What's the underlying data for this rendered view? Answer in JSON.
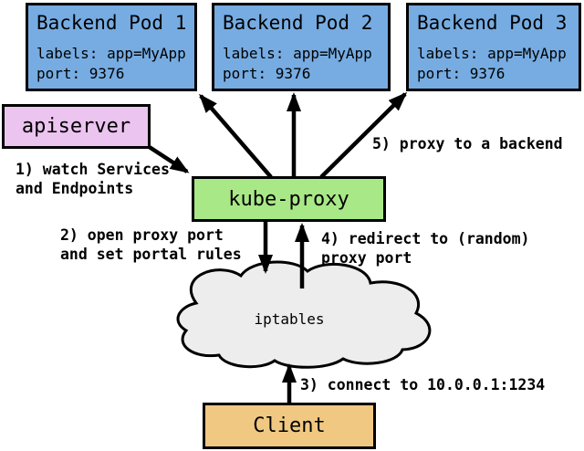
{
  "diagram": {
    "title_semantic": "kube-proxy userspace service proxy flow",
    "colors": {
      "pod_fill": "#76ace2",
      "apiserver_fill": "#ecc4f0",
      "kube_proxy_fill": "#a9e887",
      "client_fill": "#f0c882",
      "cloud_fill": "#ededed",
      "stroke": "#000000",
      "background": "#ffffff"
    },
    "pods": [
      {
        "title": "Backend Pod 1",
        "labels_line": "labels: app=MyApp",
        "port_line": "port: 9376"
      },
      {
        "title": "Backend Pod 2",
        "labels_line": "labels: app=MyApp",
        "port_line": "port: 9376"
      },
      {
        "title": "Backend Pod 3",
        "labels_line": "labels: app=MyApp",
        "port_line": "port: 9376"
      }
    ],
    "nodes": {
      "apiserver": {
        "label": "apiserver"
      },
      "kube_proxy": {
        "label": "kube-proxy"
      },
      "iptables": {
        "label": "iptables"
      },
      "client": {
        "label": "Client"
      }
    },
    "annotations": {
      "step1": "1) watch Services\nand Endpoints",
      "step2": "2) open proxy port\nand set portal rules",
      "step3": "3) connect to 10.0.0.1:1234",
      "step4": "4) redirect to (random)\nproxy port",
      "step5": "5) proxy to a backend"
    }
  }
}
